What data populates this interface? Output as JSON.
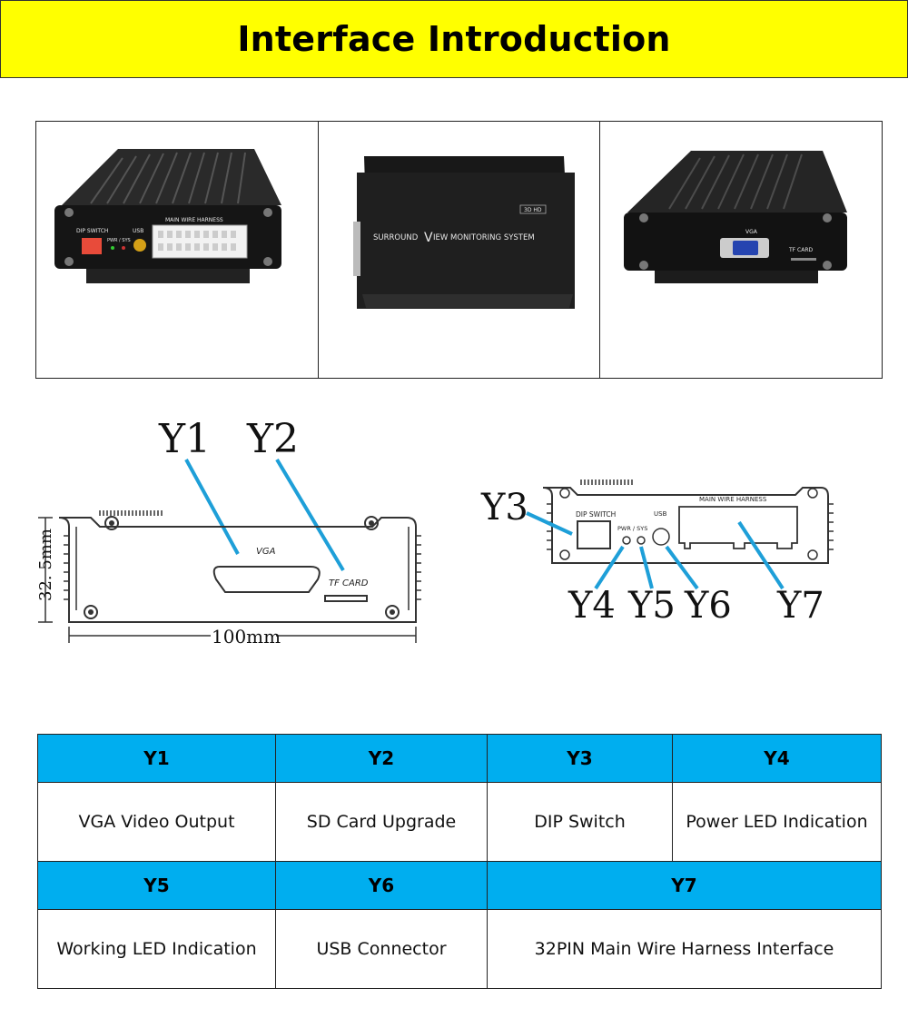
{
  "header": {
    "title": "Interface Introduction"
  },
  "photos": {
    "left": {
      "dip_switch": "DIP SWITCH",
      "usb": "USB",
      "pwr_sys": "PWR / SYS",
      "main_wire_harness": "MAIN WIRE HARNESS"
    },
    "center": {
      "brand_main": "SURROUND",
      "brand_v": "V",
      "brand_rest": "IEW MONITORING SYSTEM",
      "badge": "3D HD"
    },
    "right": {
      "vga": "VGA",
      "tf_card": "TF CARD"
    }
  },
  "diagram_left": {
    "y1": "Y1",
    "y2": "Y2",
    "vga": "VGA",
    "tf_card": "TF CARD",
    "height_dim": "32. 5mm",
    "width_dim": "100mm"
  },
  "diagram_right": {
    "y3": "Y3",
    "y4": "Y4",
    "y5": "Y5",
    "y6": "Y6",
    "y7": "Y7",
    "dip_switch": "DIP SWITCH",
    "pwr_sys": "PWR / SYS",
    "usb": "USB",
    "main_wire_harness": "MAIN WIRE HARNESS"
  },
  "table": {
    "row1": {
      "y1": "Y1",
      "y2": "Y2",
      "y3": "Y3",
      "y4": "Y4"
    },
    "row2": {
      "y1": "VGA Video Output",
      "y2": "SD Card Upgrade",
      "y3": "DIP Switch",
      "y4": "Power LED Indication"
    },
    "row3": {
      "y5": "Y5",
      "y6": "Y6",
      "y7": "Y7"
    },
    "row4": {
      "y5": "Working LED Indication",
      "y6": "USB Connector",
      "y7": "32PIN Main Wire Harness Interface"
    }
  },
  "colors": {
    "header_bg": "#ffff00",
    "table_head_bg": "#00aeef",
    "callout_line": "#1e9fd8"
  }
}
